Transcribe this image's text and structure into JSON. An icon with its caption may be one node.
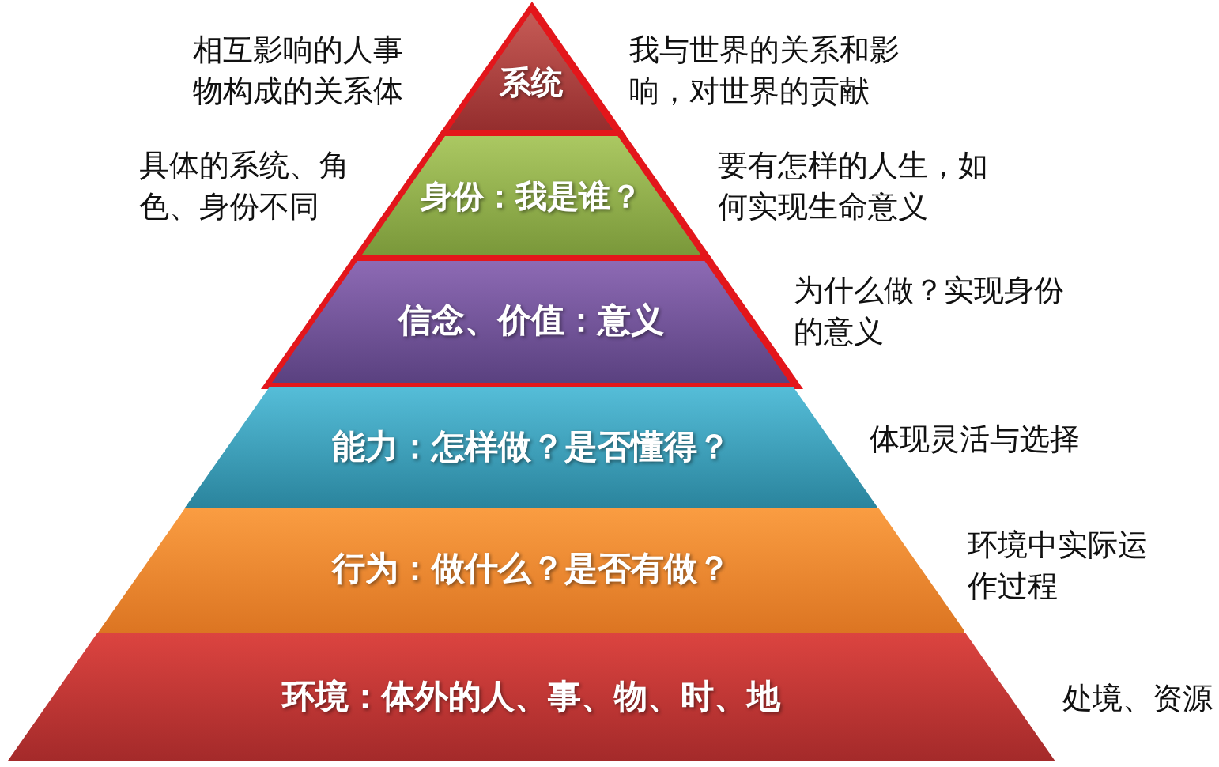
{
  "diagram": {
    "nodes": [
      {
        "text": [],
        "shape": "triangle"
      },
      {
        "text": [
          "系统"
        ],
        "in": 0,
        "beside": [
          "相互影响的人事物构成的关系体",
          "我与世界的关系和影响，对世界的贡献"
        ]
      },
      {
        "text": [
          "身份：我是谁？"
        ],
        "in": 0,
        "beside": [
          "具体的系统、角色、身份不同",
          "要有怎样的人生，如何实现生命意义"
        ]
      },
      {
        "text": [
          "信念、价值：意义"
        ],
        "in": 0,
        "beside": [
          "为什么做？实现身份的意义"
        ]
      },
      {
        "text": [
          "能力：怎样做？是否懂得？"
        ],
        "beside": [
          "体现灵活与选择"
        ]
      },
      {
        "text": [
          "行为：做什么？是否有做？"
        ],
        "beside": [
          "环境中实际运作过程"
        ]
      },
      {
        "text": [
          "环境：体外的人、事、物、时、地"
        ],
        "beside": [
          "处境、资源"
        ]
      }
    ]
  }
}
